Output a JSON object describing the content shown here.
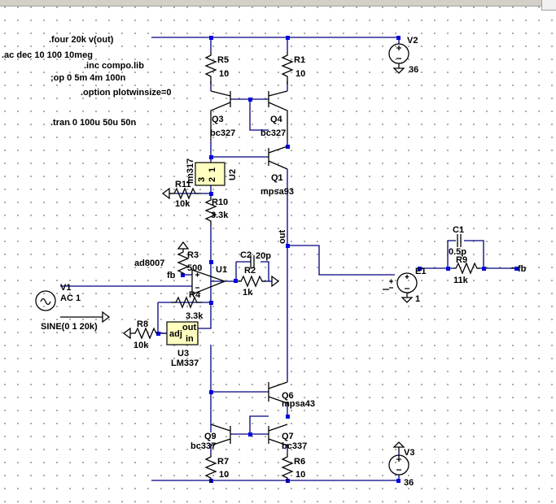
{
  "directives": {
    "four": ".four 20k v(out)",
    "ac": ".ac dec 10 100 10meg",
    "inc": ".inc compo.lib",
    "op": ";op 0 5m 4m 100n",
    "option": ".option plotwinsize=0",
    "tran": ".tran 0 100u 50u 50n"
  },
  "components": {
    "R5": {
      "name": "R5",
      "value": "10"
    },
    "R1": {
      "name": "R1",
      "value": "10"
    },
    "Q3": {
      "name": "Q3",
      "model": "bc327"
    },
    "Q4": {
      "name": "Q4",
      "model": "bc327"
    },
    "Q1": {
      "name": "Q1",
      "model": "mpsa93"
    },
    "U2": {
      "name": "U2",
      "part": "lm317",
      "pin3": "3",
      "pin1": "1",
      "pin2": "2"
    },
    "R11": {
      "name": "R11",
      "value": "10k"
    },
    "R10": {
      "name": "R10",
      "value": "3.3k"
    },
    "R3": {
      "name": "R3",
      "value": "500",
      "label": "ad8007"
    },
    "C2": {
      "name": "C2",
      "value": "20p"
    },
    "R2": {
      "name": "R2",
      "value": "1k"
    },
    "U1": {
      "name": "U1"
    },
    "R4": {
      "name": "R4",
      "value": "3.3k"
    },
    "V1": {
      "name": "V1",
      "value": "AC 1",
      "source": "SINE(0 1 20k)"
    },
    "R8": {
      "name": "R8",
      "value": "10k"
    },
    "U3": {
      "name": "U3",
      "part": "LM337",
      "pin_adj": "adj",
      "pin_out": "out",
      "pin_in": "in"
    },
    "Q6": {
      "name": "Q6",
      "model": "mpsa43"
    },
    "Q9": {
      "name": "Q9",
      "model": "bc337"
    },
    "Q7": {
      "name": "Q7",
      "model": "bc337"
    },
    "R7": {
      "name": "R7",
      "value": "10"
    },
    "R6": {
      "name": "R6",
      "value": "10"
    },
    "V2": {
      "name": "V2",
      "value": "36"
    },
    "V3": {
      "name": "V3",
      "value": "36"
    },
    "C1": {
      "name": "C1",
      "value": "0.5p"
    },
    "R9": {
      "name": "R9",
      "value": "11k"
    },
    "E1": {
      "name": "E1",
      "value": "1"
    }
  },
  "nets": {
    "out": "out",
    "fb": "fb",
    "fb_left": "fb"
  },
  "colors": {
    "wire": "#000080",
    "junction": "#0000e0",
    "component": "#000000",
    "ic_fill": "#ffffc0",
    "grid": "#808080"
  }
}
